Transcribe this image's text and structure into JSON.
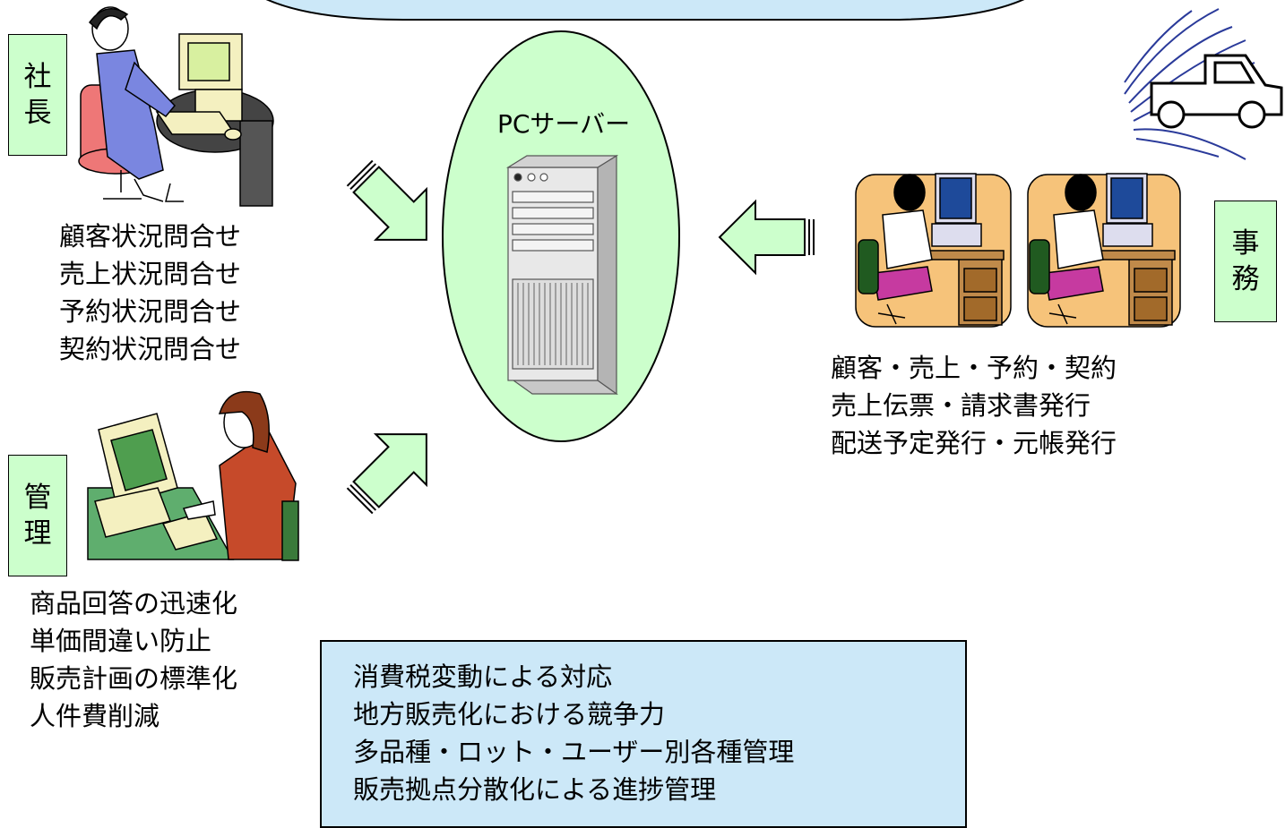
{
  "roles": {
    "president": [
      "社",
      "長"
    ],
    "management": [
      "管",
      "理"
    ],
    "office": [
      "事",
      "務"
    ]
  },
  "server": {
    "label": "PCサーバー"
  },
  "president_tasks": [
    "顧客状況問合せ",
    "売上状況問合せ",
    "予約状況問合せ",
    "契約状況問合せ"
  ],
  "management_tasks": [
    "商品回答の迅速化",
    "単価間違い防止",
    "販売計画の標準化",
    "人件費削減"
  ],
  "office_tasks": [
    "顧客・売上・予約・契約",
    "売上伝票・請求書発行",
    "配送予定発行・元帳発行"
  ],
  "benefits": [
    "消費税変動による対応",
    "地方販売化における競争力",
    "多品種・ロット・ユーザー別各種管理",
    "販売拠点分散化による進捗管理"
  ],
  "colors": {
    "role_box": "#ccffcc",
    "server_ellipse": "#ccffcc",
    "arrow_fill": "#ccffcc",
    "benefit_box": "#cce8f8",
    "top_banner": "#cce8f8"
  },
  "icons": [
    "businessman-computer-icon",
    "server-tower-icon",
    "woman-computer-icon",
    "headset-operator-icon",
    "truck-icon"
  ]
}
